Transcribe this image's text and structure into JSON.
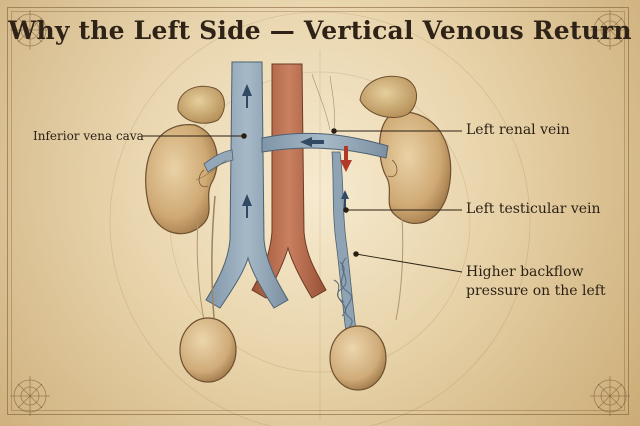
{
  "title": "Why the Left Side — Vertical Venous Return",
  "labels": {
    "inferior_vena_cava": "Inferior vena cava",
    "left_renal_vein": "Left renal vein",
    "left_testicular_vein": "Left testicular vein",
    "backflow_line1": "Higher backflow",
    "backflow_line2": "pressure on the left"
  },
  "colors": {
    "parchment": "#e9d7b2",
    "vein_blue": "#8fa6b8",
    "artery_red": "#b86a4c",
    "kidney": "#d8b98a",
    "ink": "#2a1f14",
    "flow_arrow": "#2f4a62",
    "backflow_arrow": "#b2382a"
  },
  "icons": {
    "corner": "compass-rose-icon",
    "flow": "arrow-up-icon",
    "backflow": "arrow-down-icon"
  }
}
